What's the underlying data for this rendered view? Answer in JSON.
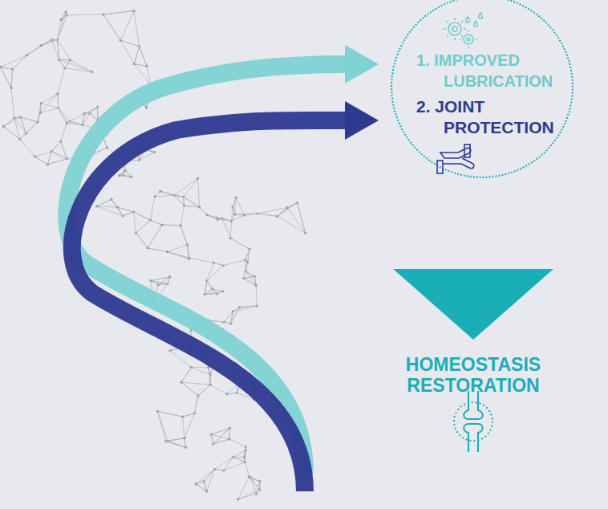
{
  "diagram": {
    "nodes": [
      {
        "text": [
          "1. IMPROVED LUBRICATION",
          "2. JOINT PROTECTION"
        ]
      }
    ],
    "labels": [
      "HOMEOSTASIS RESTORATION"
    ]
  }
}
